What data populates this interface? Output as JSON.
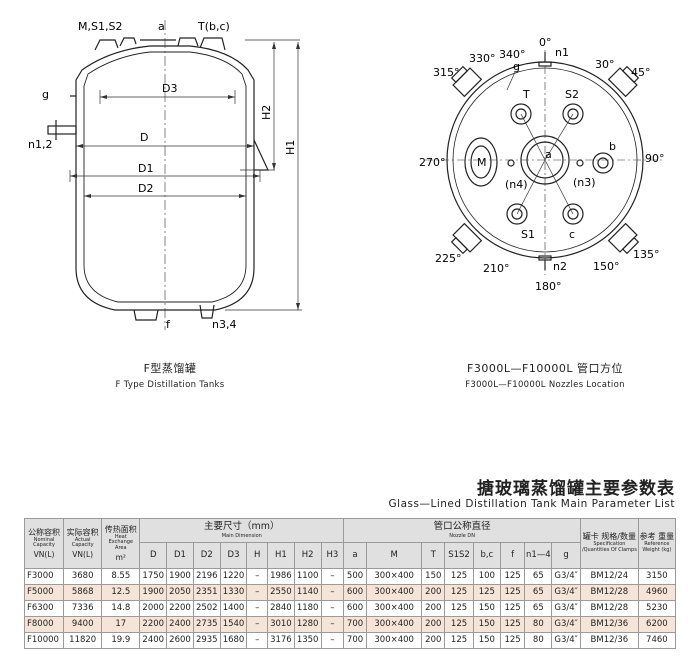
{
  "left_diagram": {
    "labels": {
      "m_s1_s2": "M,S1,S2",
      "a": "a",
      "t_bc": "T(b,c)",
      "g": "g",
      "n12": "n1,2",
      "d3": "D3",
      "d": "D",
      "d1": "D1",
      "d2": "D2",
      "h2": "H2",
      "h1": "H1",
      "f": "f",
      "n34": "n3,4"
    },
    "caption_cn": "F型蒸馏罐",
    "caption_en": "F Type Distillation Tanks"
  },
  "right_diagram": {
    "labels": {
      "deg0": "0°",
      "n1": "n1",
      "deg340": "340°",
      "deg330": "330°",
      "g": "g",
      "deg315": "315°",
      "deg30": "30°",
      "deg45": "45°",
      "t": "T",
      "s2": "S2",
      "b": "b",
      "deg270": "270°",
      "deg90": "90°",
      "m": "M",
      "ah": "a",
      "n4": "(n4)",
      "n3": "(n3)",
      "s1": "S1",
      "c": "c",
      "deg225": "225°",
      "deg135": "135°",
      "deg210": "210°",
      "n2": "n2",
      "deg150": "150°",
      "deg180": "180°"
    },
    "caption_cn": "F3000L—F10000L 管口方位",
    "caption_en": "F3000L—F10000L Nozzles Location"
  },
  "table_title_cn": "搪玻璃蒸馏罐主要参数表",
  "table_title_en": "Glass—Lined Distillation Tank Main Parameter List",
  "table": {
    "h_nominal_cn": "公称容积",
    "h_nominal_en": "Nominal Capacity",
    "h_nominal_unit": "VN(L)",
    "h_actual_cn": "实际容积",
    "h_actual_en": "Actual Capacity",
    "h_actual_unit": "VN(L)",
    "h_area_cn": "传热面积",
    "h_area_en": "Heat Exchange Area",
    "h_area_unit": "m²",
    "h_dim_cn": "主要尺寸（mm）",
    "h_dim_en": "Main Dimension",
    "h_nozzle_cn": "管口公称直径",
    "h_nozzle_en": "Nozzle DN",
    "h_clamp_cn": "罐卡 规格/数量",
    "h_clamp_en": "Specification /Quantities Of Clamps",
    "h_weight_cn": "参考 重量",
    "h_weight_en": "Reference Weight (kg)",
    "dim_cols": [
      "D",
      "D1",
      "D2",
      "D3",
      "H",
      "H1",
      "H2",
      "H3"
    ],
    "nozzle_cols": [
      "a",
      "M",
      "T",
      "S1S2",
      "b,c",
      "f",
      "n1—4",
      "g"
    ],
    "rows": [
      [
        "F3000",
        "3680",
        "8.55",
        "1750",
        "1900",
        "2196",
        "1220",
        "–",
        "1986",
        "1100",
        "–",
        "500",
        "300×400",
        "150",
        "125",
        "100",
        "125",
        "65",
        "G3/4″",
        "BM12/24",
        "3150"
      ],
      [
        "F5000",
        "5868",
        "12.5",
        "1900",
        "2050",
        "2351",
        "1330",
        "–",
        "2550",
        "1140",
        "–",
        "600",
        "300×400",
        "200",
        "125",
        "125",
        "125",
        "65",
        "G3/4″",
        "BM12/28",
        "4960"
      ],
      [
        "F6300",
        "7336",
        "14.8",
        "2000",
        "2200",
        "2502",
        "1400",
        "–",
        "2840",
        "1180",
        "–",
        "600",
        "300×400",
        "200",
        "125",
        "150",
        "125",
        "65",
        "G3/4″",
        "BM12/28",
        "5230"
      ],
      [
        "F8000",
        "9400",
        "17",
        "2200",
        "2400",
        "2735",
        "1540",
        "–",
        "3010",
        "1280",
        "–",
        "700",
        "300×400",
        "200",
        "125",
        "150",
        "125",
        "80",
        "G3/4″",
        "BM12/36",
        "6200"
      ],
      [
        "F10000",
        "11820",
        "19.9",
        "2400",
        "2600",
        "2935",
        "1680",
        "–",
        "3176",
        "1350",
        "–",
        "700",
        "300×400",
        "200",
        "125",
        "150",
        "125",
        "80",
        "G3/4″",
        "BM12/36",
        "7460"
      ]
    ]
  }
}
